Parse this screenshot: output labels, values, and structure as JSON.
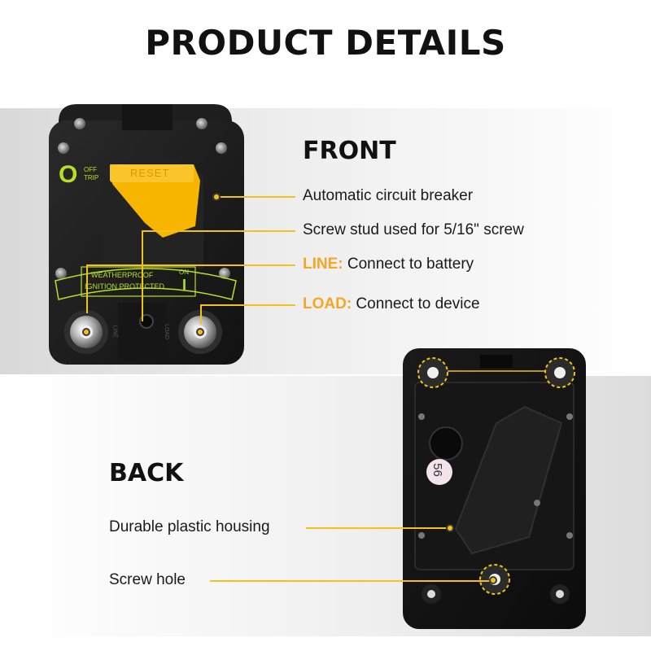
{
  "title": "PRODUCT DETAILS",
  "front": {
    "heading": "FRONT",
    "callouts": [
      {
        "prefix": "",
        "text": "Automatic circuit breaker"
      },
      {
        "prefix": "",
        "text": "Screw stud used for 5/16\" screw"
      },
      {
        "prefix": "LINE:",
        "text": " Connect to battery"
      },
      {
        "prefix": "LOAD:",
        "text": " Connect to device"
      }
    ],
    "device": {
      "off_digit": "O",
      "off_label": "OFF",
      "trip_label": "TRIP",
      "reset_label": "RESET",
      "weather_label": "WEATHERPROOF",
      "ignition_label": "IGNITION PROTECTED",
      "on_label": "ON",
      "on_symbol": "I",
      "line_mark": "LINE",
      "load_mark": "LOAD"
    }
  },
  "back": {
    "heading": "BACK",
    "callouts": [
      {
        "text": "Durable plastic housing"
      },
      {
        "text": "Screw hole"
      }
    ],
    "sticker": "56"
  },
  "colors": {
    "accent_orange": "#f5a623",
    "leader_yellow": "#f2c21a",
    "reset_yellow": "#f7b500",
    "print_green": "#b8e023",
    "device_black": "#1c1c1c"
  }
}
